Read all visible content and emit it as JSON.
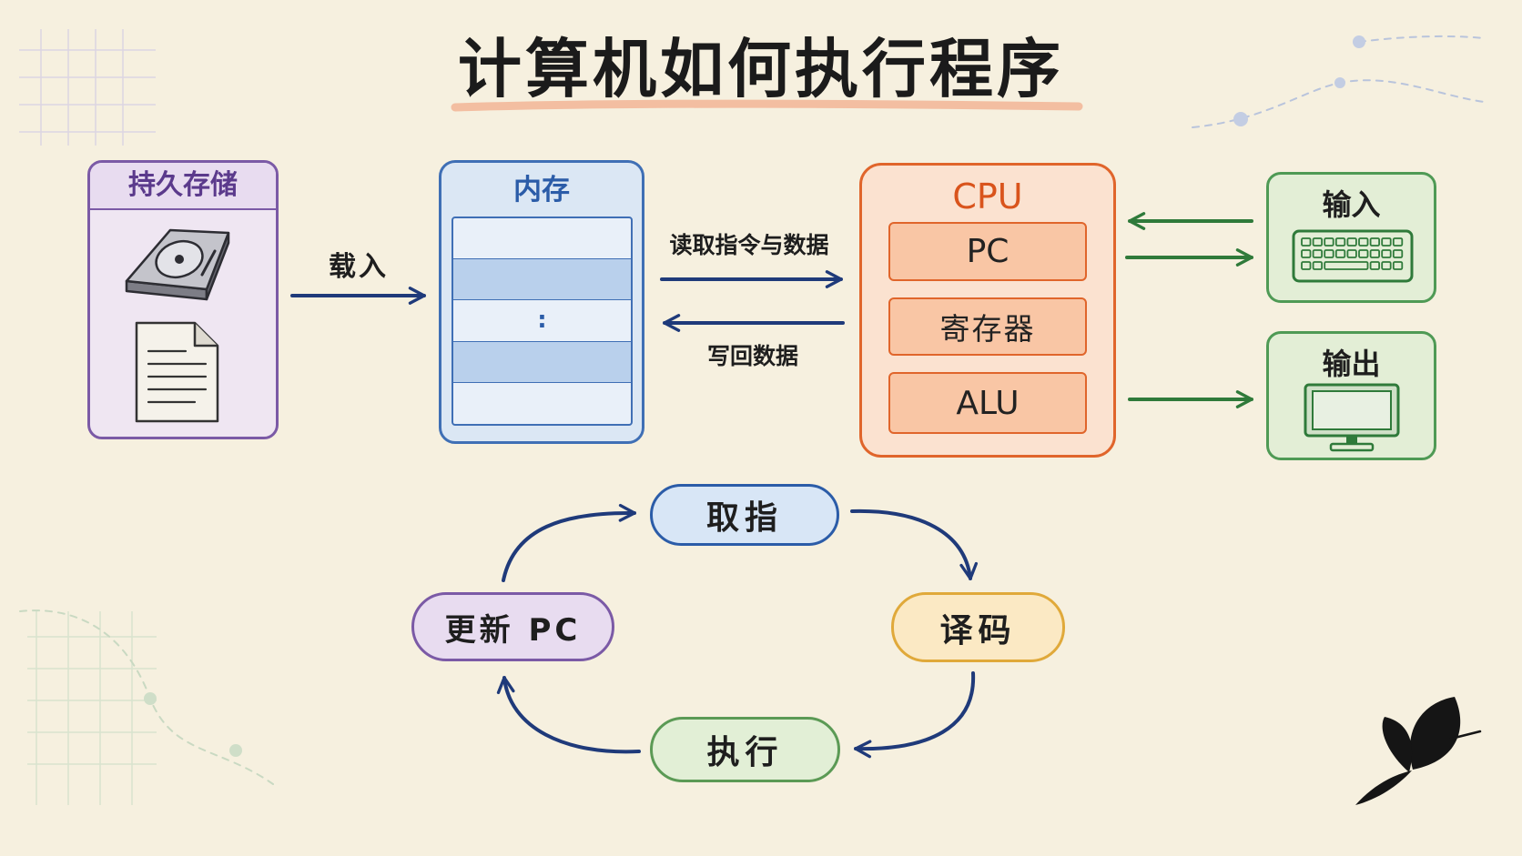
{
  "title": "计算机如何执行程序",
  "storage": {
    "label": "持久存储",
    "icons": [
      "hard-disk-icon",
      "document-icon"
    ]
  },
  "load_arrow": {
    "label": "载入"
  },
  "memory": {
    "label": "内存",
    "ellipsis": ":"
  },
  "bus": {
    "read_label": "读取指令与数据",
    "write_label": "写回数据"
  },
  "cpu": {
    "label": "CPU",
    "units": [
      "PC",
      "寄存器",
      "ALU"
    ]
  },
  "io": {
    "input": {
      "label": "输入",
      "icon": "keyboard-icon"
    },
    "output": {
      "label": "输出",
      "icon": "monitor-icon"
    }
  },
  "cycle": {
    "steps": [
      "取指",
      "译码",
      "执行",
      "更新 PC"
    ]
  },
  "logo": {
    "icon": "butterfly-logo-icon"
  },
  "colors": {
    "background": "#f6f0df",
    "storage": "#7b5aa6",
    "memory": "#3f6fb5",
    "cpu": "#e0652b",
    "io": "#4f9a55",
    "arrow_navy": "#1f3a7a",
    "arrow_green": "#2f7a3a",
    "fetch": "#2b5ca8",
    "decode": "#e0a93a",
    "execute": "#5b9a55",
    "update_pc": "#7b5aa6"
  }
}
